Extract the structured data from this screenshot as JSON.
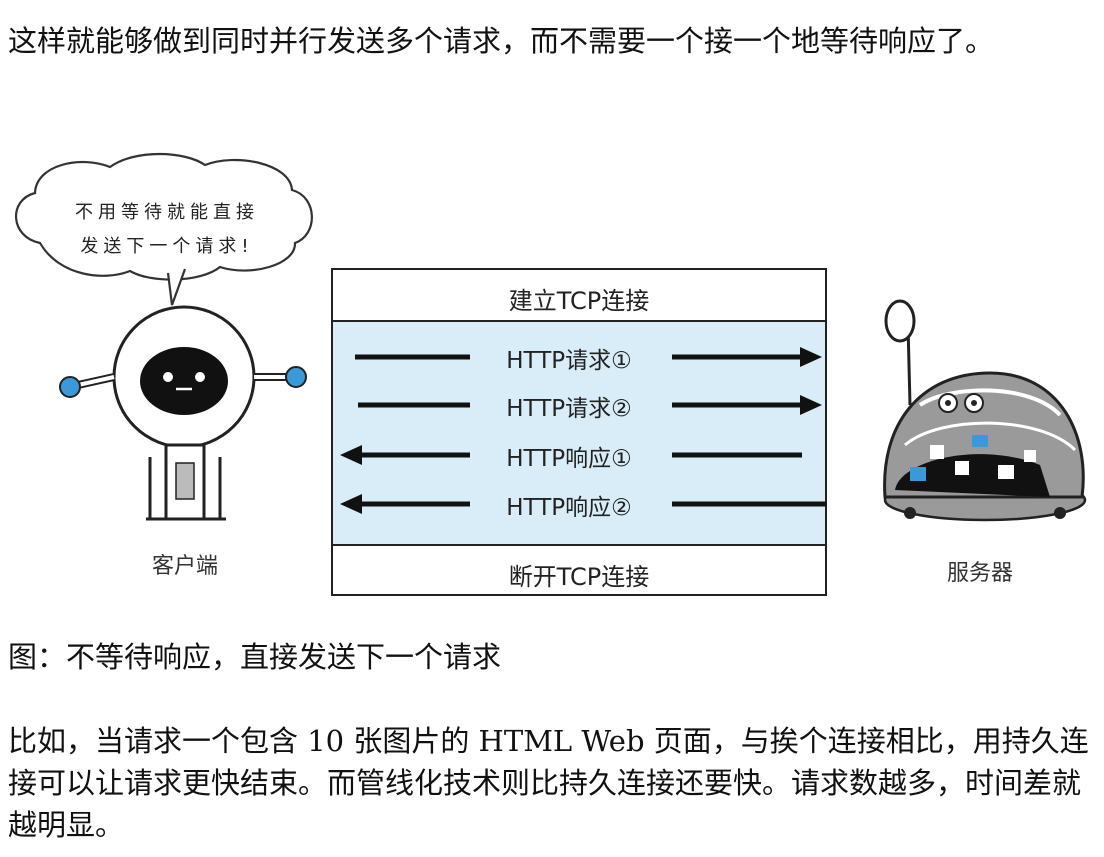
{
  "intro": "这样就能够做到同时并行发送多个请求，而不需要一个接一个地等待响应了。",
  "diagram": {
    "bubble_lines": [
      "不用等待就能直接",
      "发送下一个请求!"
    ],
    "client_label": "客户端",
    "server_label": "服务器",
    "connect_label": "建立TCP连接",
    "disconnect_label": "断开TCP连接",
    "rows": [
      {
        "label": "HTTP请求①",
        "direction": "to-server"
      },
      {
        "label": "HTTP请求②",
        "direction": "to-server"
      },
      {
        "label": "HTTP响应①",
        "direction": "to-client"
      },
      {
        "label": "HTTP响应②",
        "direction": "to-client"
      }
    ],
    "colors": {
      "pipeline_bg": "#d9edf8",
      "robot_face": "#111111",
      "accent_blue": "#3a9ad9",
      "server_shell": "#9a9a9a"
    }
  },
  "caption": "图：不等待响应，直接发送下一个请求",
  "outro": "比如，当请求一个包含 10 张图片的 HTML Web 页面，与挨个连接相比，用持久连接可以让请求更快结束。而管线化技术则比持久连接还要快。请求数越多，时间差就越明显。"
}
